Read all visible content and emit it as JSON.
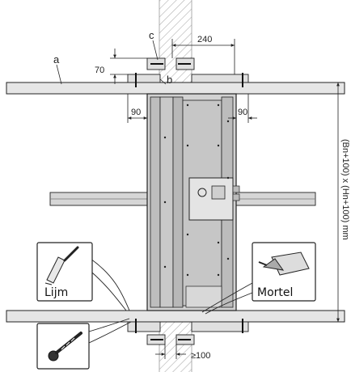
{
  "labels": {
    "a": "a",
    "b": "b",
    "c": "c"
  },
  "dimensions": {
    "top_width": "240",
    "height_offset": "70",
    "left_clearance": "90",
    "right_clearance": "90",
    "bottom_min": "≥100",
    "overall": "(Bn+100) x (Hn+100) mm"
  },
  "callouts": {
    "glue": "Lijm",
    "mortar": "Mortel"
  },
  "icons": {
    "glue": "paintbrush-icon",
    "mortar": "trowel-icon",
    "screw": "screw-icon"
  },
  "colors": {
    "stroke": "#222222",
    "panel": "#c9c9c9",
    "panel_dark": "#a9a9a9",
    "rail": "#d6d6d6",
    "wall_hatch": "#b0b0b0"
  }
}
